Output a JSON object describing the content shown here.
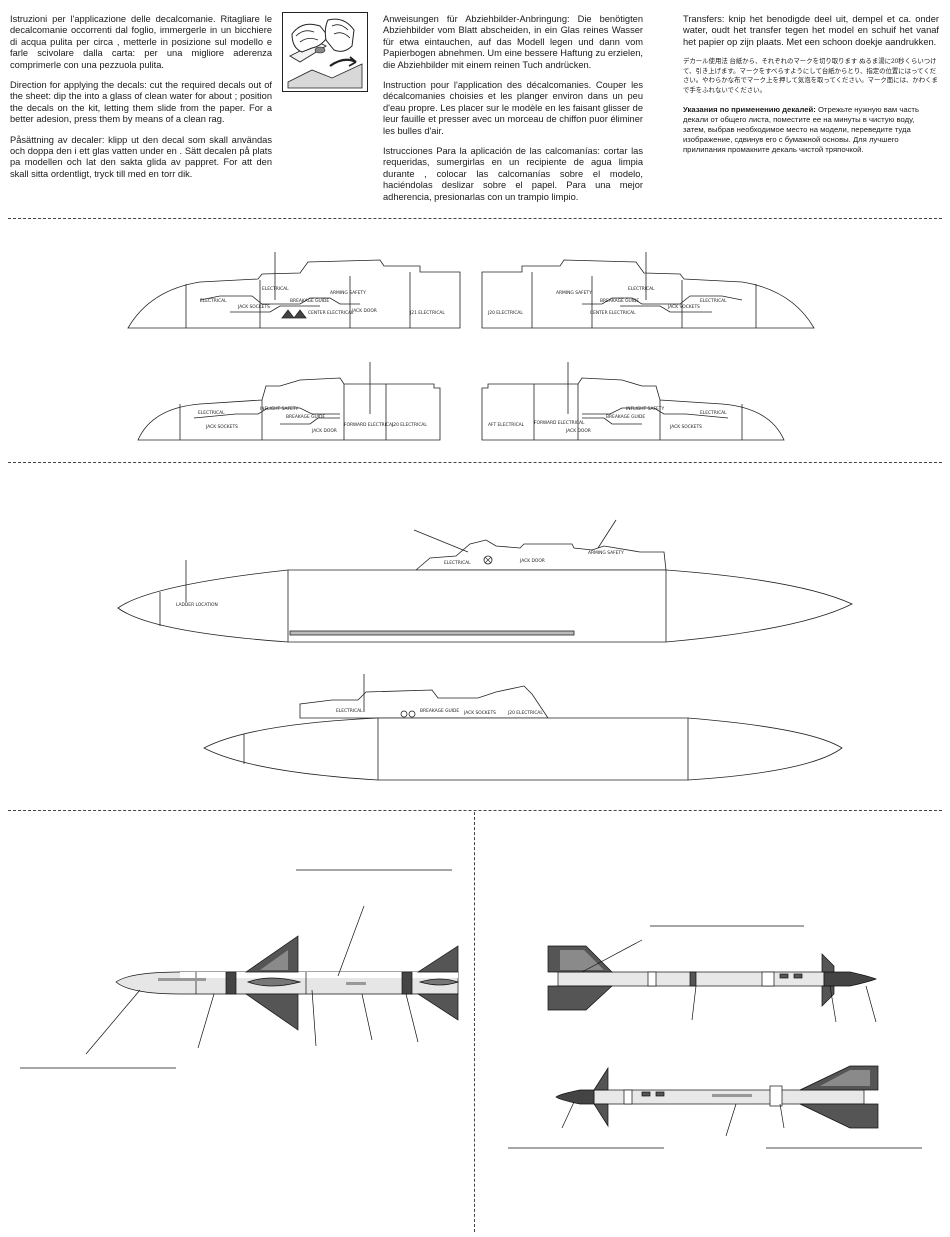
{
  "instructions": {
    "it": "Istruzioni per l'applicazione delle decalcomanie. Ritagliare le decalcomanie occorrenti dal foglio, immergerle in un bicchiere di acqua pulita per circa , metterle in posizione sul modello e farle scivolare dalla carta: per una migliore aderenza comprimerle con una pezzuola pulita.",
    "en": "Direction for applying the decals: cut the required decals out of the sheet: dip the into a glass of clean water for about ; position the decals on the kit, letting them slide from the paper. For a better adesion, press them by means of a clean rag.",
    "sv": "Påsättning av decaler: klipp ut den decal som skall användas och doppa den i ett glas vatten under en . Sätt decalen på plats pa modellen och lat den sakta glida av pappret. For att den skall sitta ordentligt, tryck till med en torr dik.",
    "de": "Anweisungen für Abziehbilder-Anbringung: Die benötigten Abziehbilder vom Blatt abscheiden, in ein Glas reines Wasser für etwa eintauchen, auf das Modell legen und dann vom Papierbogen abnehmen. Um eine bessere Haftung zu erzielen, die Abziehbilder mit einem reinen Tuch andrücken.",
    "fr": "Instruction pour l'application des décalcomanies. Couper les décalcomanies choisies et les planger environ dans un peu d'eau propre. Les placer sur le modèle en les faisant glisser de leur fauille et presser avec un morceau de chiffon puor éliminer les bulles d'air.",
    "es": "Istrucciones Para la aplicación de las calcomanías: cortar las requeridas, sumergirlas en un recipiente de agua limpia durante , colocar las calcomanías sobre el modelo, haciéndolas deslizar sobre el papel. Para una mejor adherencia, presionarlas con un trampio limpio.",
    "nl": "Transfers: knip het benodigde deel uit, dempel et ca. onder water, oudt het transfer tegen het model en schuif het vanaf het papier op zijn plaats. Met een schoon doekje aandrukken.",
    "ja": "デカール使用法 台紙から、それぞれのマークを切り取ります ぬるま湯に20秒くらいつけて、引き上げます。マークをすべらすようにして台紙からとり、指定の位置にはってください。やわらかな布でマーク上を押して気泡を取ってください。マーク面には、かわくまで手をふれないでください。",
    "ru_title": "Указания по применению декалей:",
    "ru": "Отрежьте нужную вам часть декали от общего листа, поместите ее на минуты в чистую воду, затем, выбрав необходимое место на модели, переведите туда изображение, сдвинув его с бумажной основы. Для лучшего прилипания промакните декаль чистой тряпочкой."
  },
  "stencils": {
    "electrical": "ELECTRICAL",
    "arming_safety": "ARMING SAFETY",
    "inflight_safety": "INFLIGHT SAFETY",
    "breakage_guide": "BREAKAGE GUIDE",
    "jack_door": "JACK DOOR",
    "center_electrical": "CENTER ELECTRICAL",
    "forward_electrical": "FORWARD ELECTRICAL",
    "aft_electrical": "AFT ELECTRICAL",
    "jack_sockets": "JACK SOCKETS",
    "j21_electrical": "J21 ELECTRICAL",
    "j20_electrical": "J20 ELECTRICAL",
    "ladder_location": "LADDER LOCATION"
  }
}
